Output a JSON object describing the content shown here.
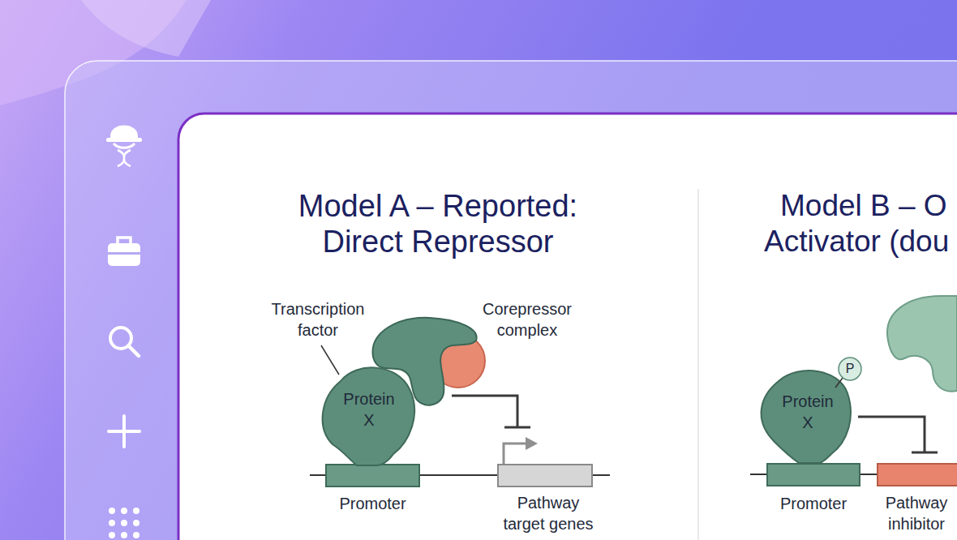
{
  "diagram": {
    "nodes": [
      {
        "text": [
          "Protein X"
        ]
      },
      {
        "text": [
          "Promoter"
        ]
      },
      {
        "text": [
          "Pathway target genes"
        ]
      },
      {
        "text": [
          "P"
        ]
      },
      {
        "text": [
          "Protein X"
        ]
      },
      {
        "text": [
          "Promoter"
        ]
      },
      {
        "text": [
          "Pathway inhibitor"
        ]
      }
    ],
    "edges": [
      {
        "from": 0,
        "to": 2,
        "arrow": "to"
      },
      {
        "from": 4,
        "to": 6,
        "arrow": "to"
      }
    ],
    "labels": [
      "Model A – Reported: Direct Repressor",
      "Transcription factor",
      "Corepressor complex",
      "Model B – O",
      "Activator (dou"
    ]
  }
}
